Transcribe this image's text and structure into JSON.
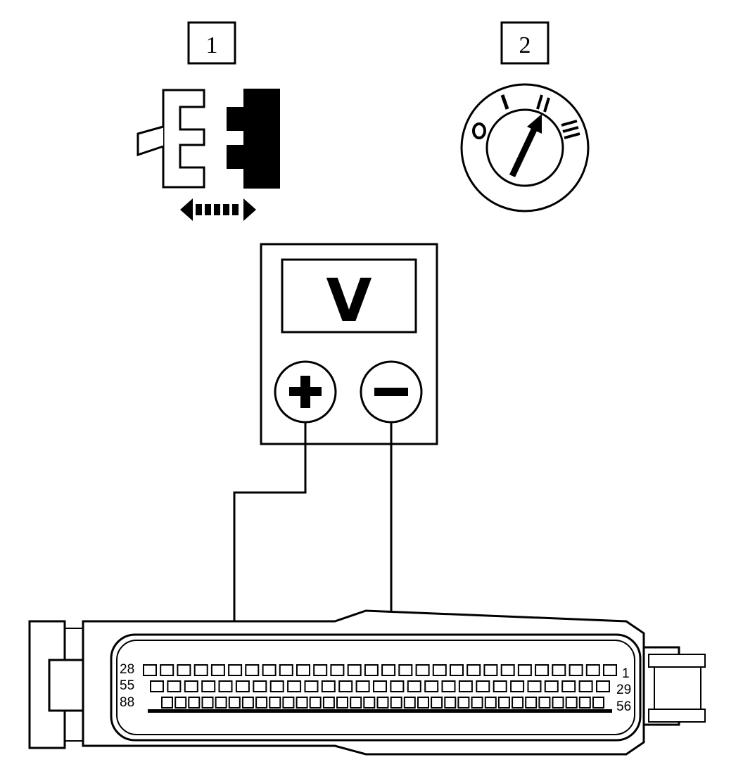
{
  "step_labels": {
    "step1": "1",
    "step2": "2"
  },
  "ignition_positions": {
    "p0": "O",
    "p1": "I",
    "p2": "II",
    "p3": "III"
  },
  "meter": {
    "display": "V",
    "positive": "+",
    "negative": "−"
  },
  "connector": {
    "row1_start": "28",
    "row1_end": "1",
    "row2_start": "55",
    "row2_end": "29",
    "row3_start": "88",
    "row3_end": "56"
  },
  "colors": {
    "ink": "#000000",
    "paper": "#ffffff"
  }
}
